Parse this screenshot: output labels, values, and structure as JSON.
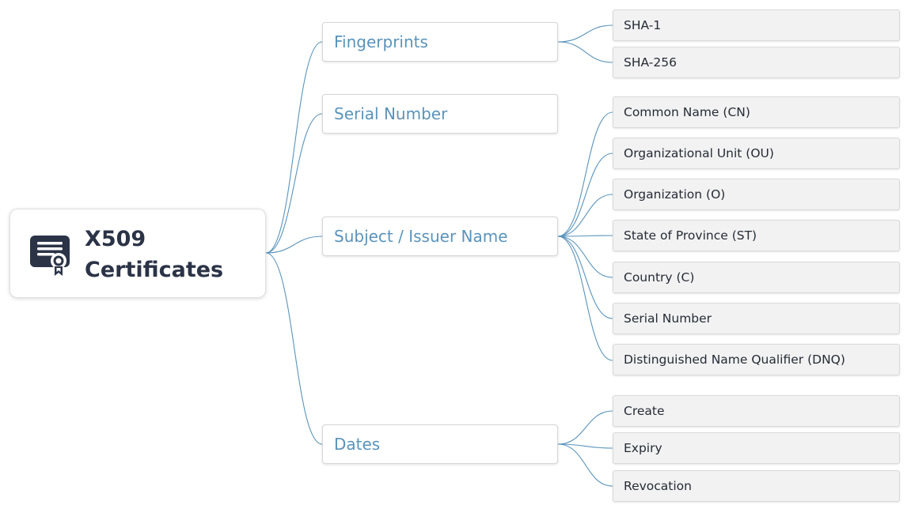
{
  "root": {
    "title_line1": "X509",
    "title_line2": "Certificates",
    "icon": "certificate-icon"
  },
  "branches": [
    {
      "label": "Fingerprints",
      "children": [
        "SHA-1",
        "SHA-256"
      ]
    },
    {
      "label": "Serial Number",
      "children": []
    },
    {
      "label": "Subject / Issuer Name",
      "children": [
        "Common Name (CN)",
        "Organizational Unit (OU)",
        "Organization (O)",
        "State of Province (ST)",
        "Country (C)",
        "Serial Number",
        "Distinguished Name Qualifier (DNQ)"
      ]
    },
    {
      "label": "Dates",
      "children": [
        "Create",
        "Expiry",
        "Revocation"
      ]
    }
  ],
  "colors": {
    "connector": "#5a93bb",
    "branch_text": "#5a93bb",
    "root_text": "#2b3347",
    "leaf_fill": "#f2f2f2"
  }
}
